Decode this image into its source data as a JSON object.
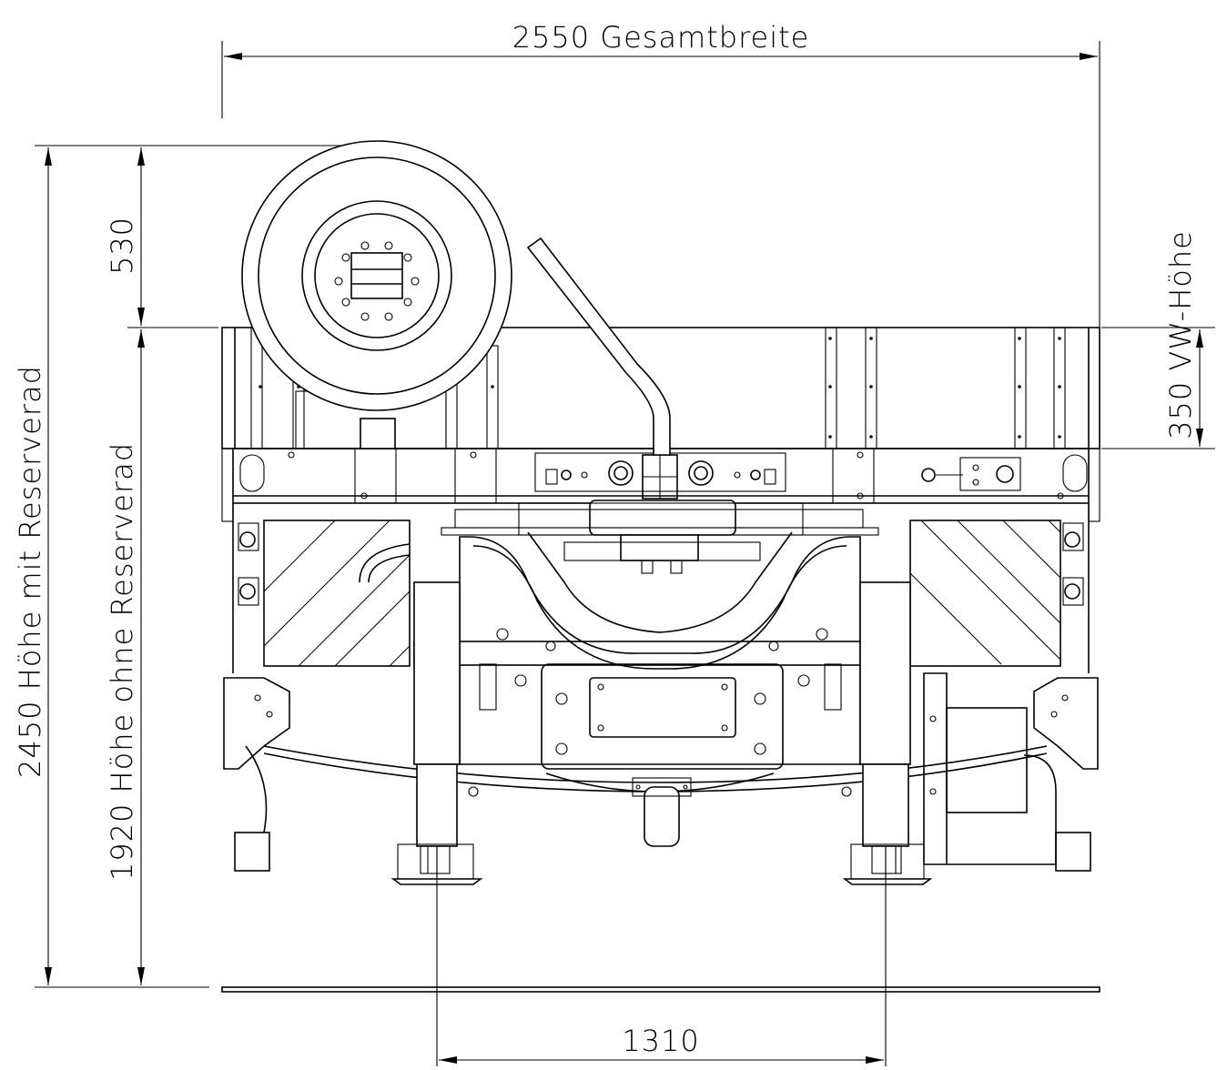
{
  "dimensions": {
    "overall_width": "2550 Gesamtbreite",
    "height_with_spare": "2450 Höhe mit Reserverad",
    "height_without_spare": "1920 Höhe ohne Reserverad",
    "spare_wheel_height": "530",
    "vw_height": "350 VW-Höhe",
    "track_width": "1310"
  }
}
